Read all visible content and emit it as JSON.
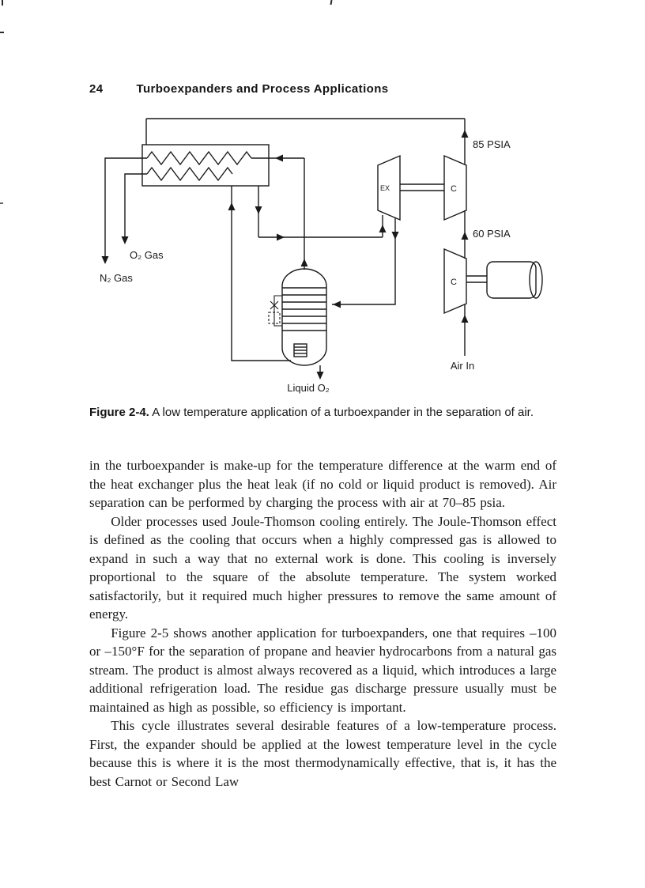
{
  "page": {
    "number": "24",
    "running_title": "Turboexpanders and Process Applications"
  },
  "figure": {
    "caption_label": "Figure 2-4.",
    "caption_text": " A low temperature application of a turboexpander in the separation of air.",
    "labels": {
      "psia_85": "85 PSIA",
      "psia_60": "60 PSIA",
      "o2_gas": "O₂ Gas",
      "n2_gas": "N₂ Gas",
      "liquid_o2": "Liquid O₂",
      "air_in": "Air In",
      "expander": "EX",
      "compressor_top": "C",
      "compressor_bottom": "C"
    }
  },
  "body": {
    "paragraphs": [
      "in the turboexpander is make-up for the temperature difference at the warm end of the heat exchanger plus the heat leak (if no cold or liquid product is removed). Air separation can be performed by charging the process with air at 70–85 psia.",
      "Older processes used Joule-Thomson cooling entirely. The Joule-Thomson effect is defined as the cooling that occurs when a highly compressed gas is allowed to expand in such a way that no external work is done. This cooling is inversely proportional to the square of the absolute temperature. The system worked satisfactorily, but it required much higher pressures to remove the same amount of energy.",
      "Figure 2-5 shows another application for turboexpanders, one that requires –100 or –150°F for the separation of propane and heavier hydrocarbons from a natural gas stream. The product is almost always recovered as a liquid, which introduces a large additional refrigeration load. The residue gas discharge pressure usually must be maintained as high as possible, so efficiency is important.",
      "This cycle illustrates several desirable features of a low-temperature process. First, the expander should be applied at the lowest temperature level in the cycle because this is where it is the most thermodynamically effective, that is, it has the best Carnot or Second Law"
    ]
  },
  "ink_color": "#1a1a1a",
  "paper_color": "#ffffff"
}
